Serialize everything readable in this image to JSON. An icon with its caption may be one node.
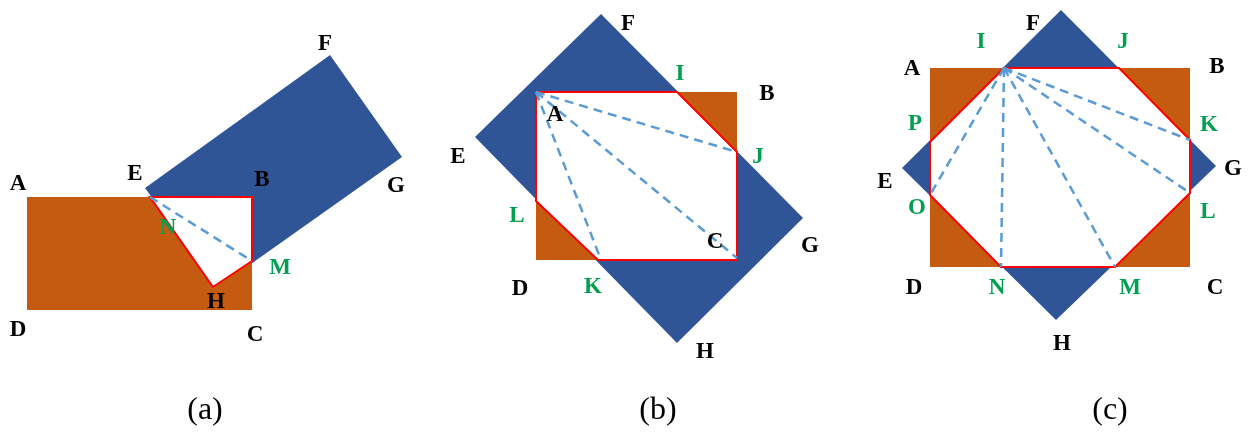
{
  "diagram": {
    "labels": [
      "F",
      "A",
      "E",
      "B",
      "G",
      "N",
      "M",
      "H",
      "D",
      "C",
      "(a)",
      "F",
      "I",
      "B",
      "A",
      "E",
      "J",
      "L",
      "C",
      "G",
      "D",
      "K",
      "H",
      "(b)",
      "F",
      "I",
      "J",
      "A",
      "B",
      "P",
      "K",
      "E",
      "G",
      "O",
      "L",
      "D",
      "N",
      "M",
      "C",
      "H",
      "(c)"
    ]
  }
}
